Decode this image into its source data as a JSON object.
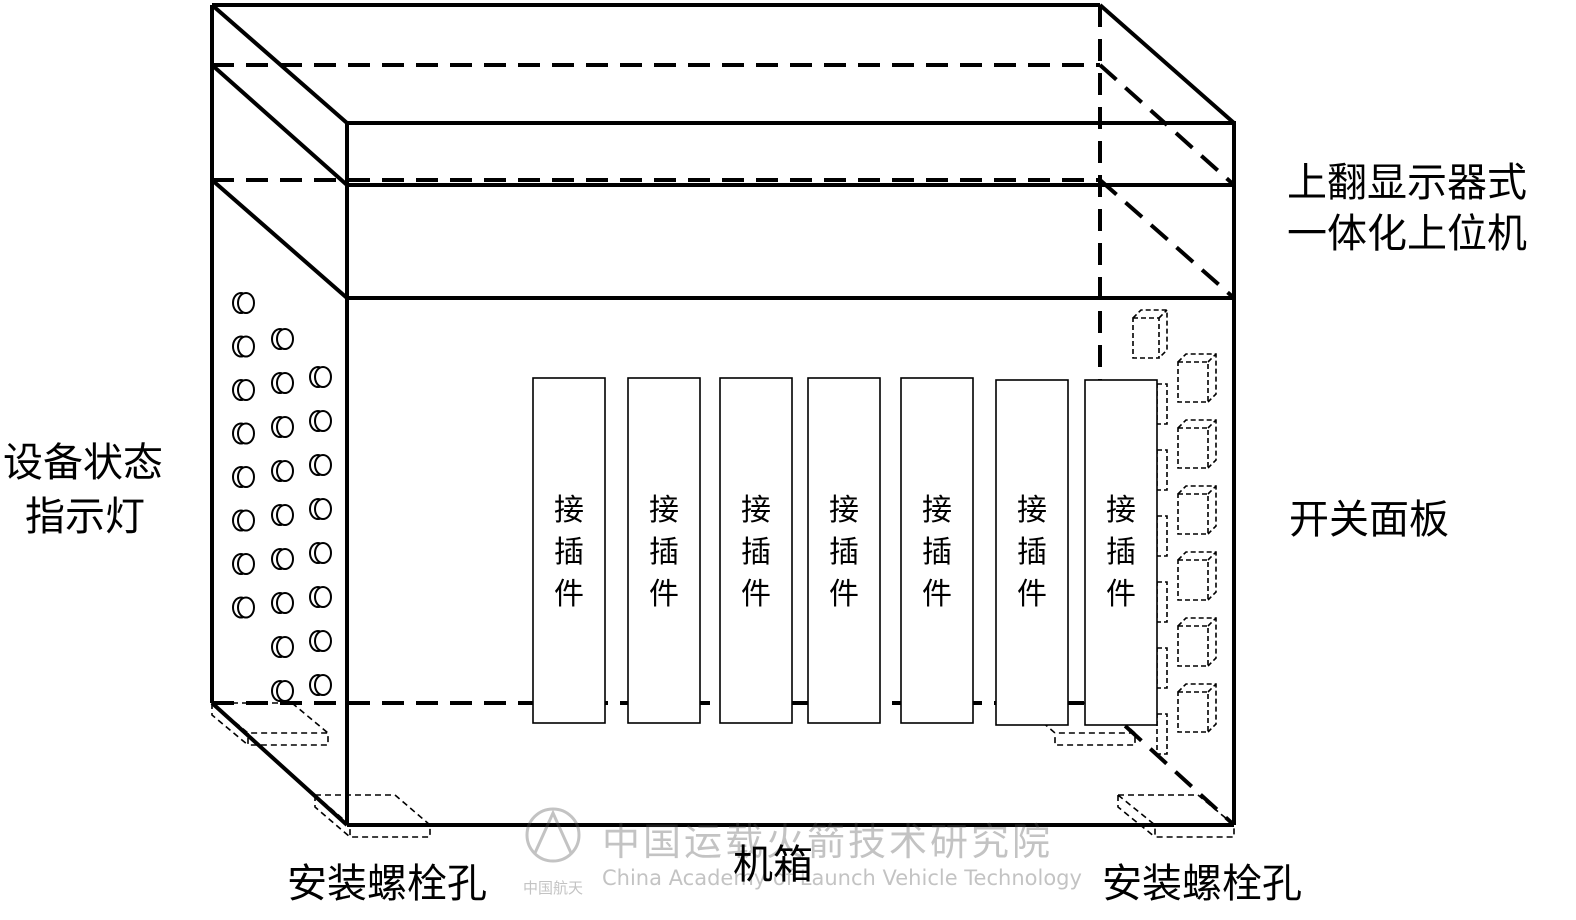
{
  "labels": {
    "display_line1": "上翻显示器式",
    "display_line2": "一体化上位机",
    "indicator_line1": "设备状态",
    "indicator_line2": "指示灯",
    "switch_panel": "开关面板",
    "bolt_hole_left": "安装螺栓孔",
    "bolt_hole_right": "安装螺栓孔",
    "chassis": "机箱"
  },
  "connector": {
    "count": 7,
    "chars": [
      "接",
      "插",
      "件"
    ]
  },
  "indicator_columns": [
    8,
    9,
    8
  ],
  "switch_count": 6,
  "watermark": {
    "title": "中国运载火箭技术研究院",
    "subtitle": "China Academy of Launch Vehicle Technology",
    "badge": "中国航天"
  }
}
